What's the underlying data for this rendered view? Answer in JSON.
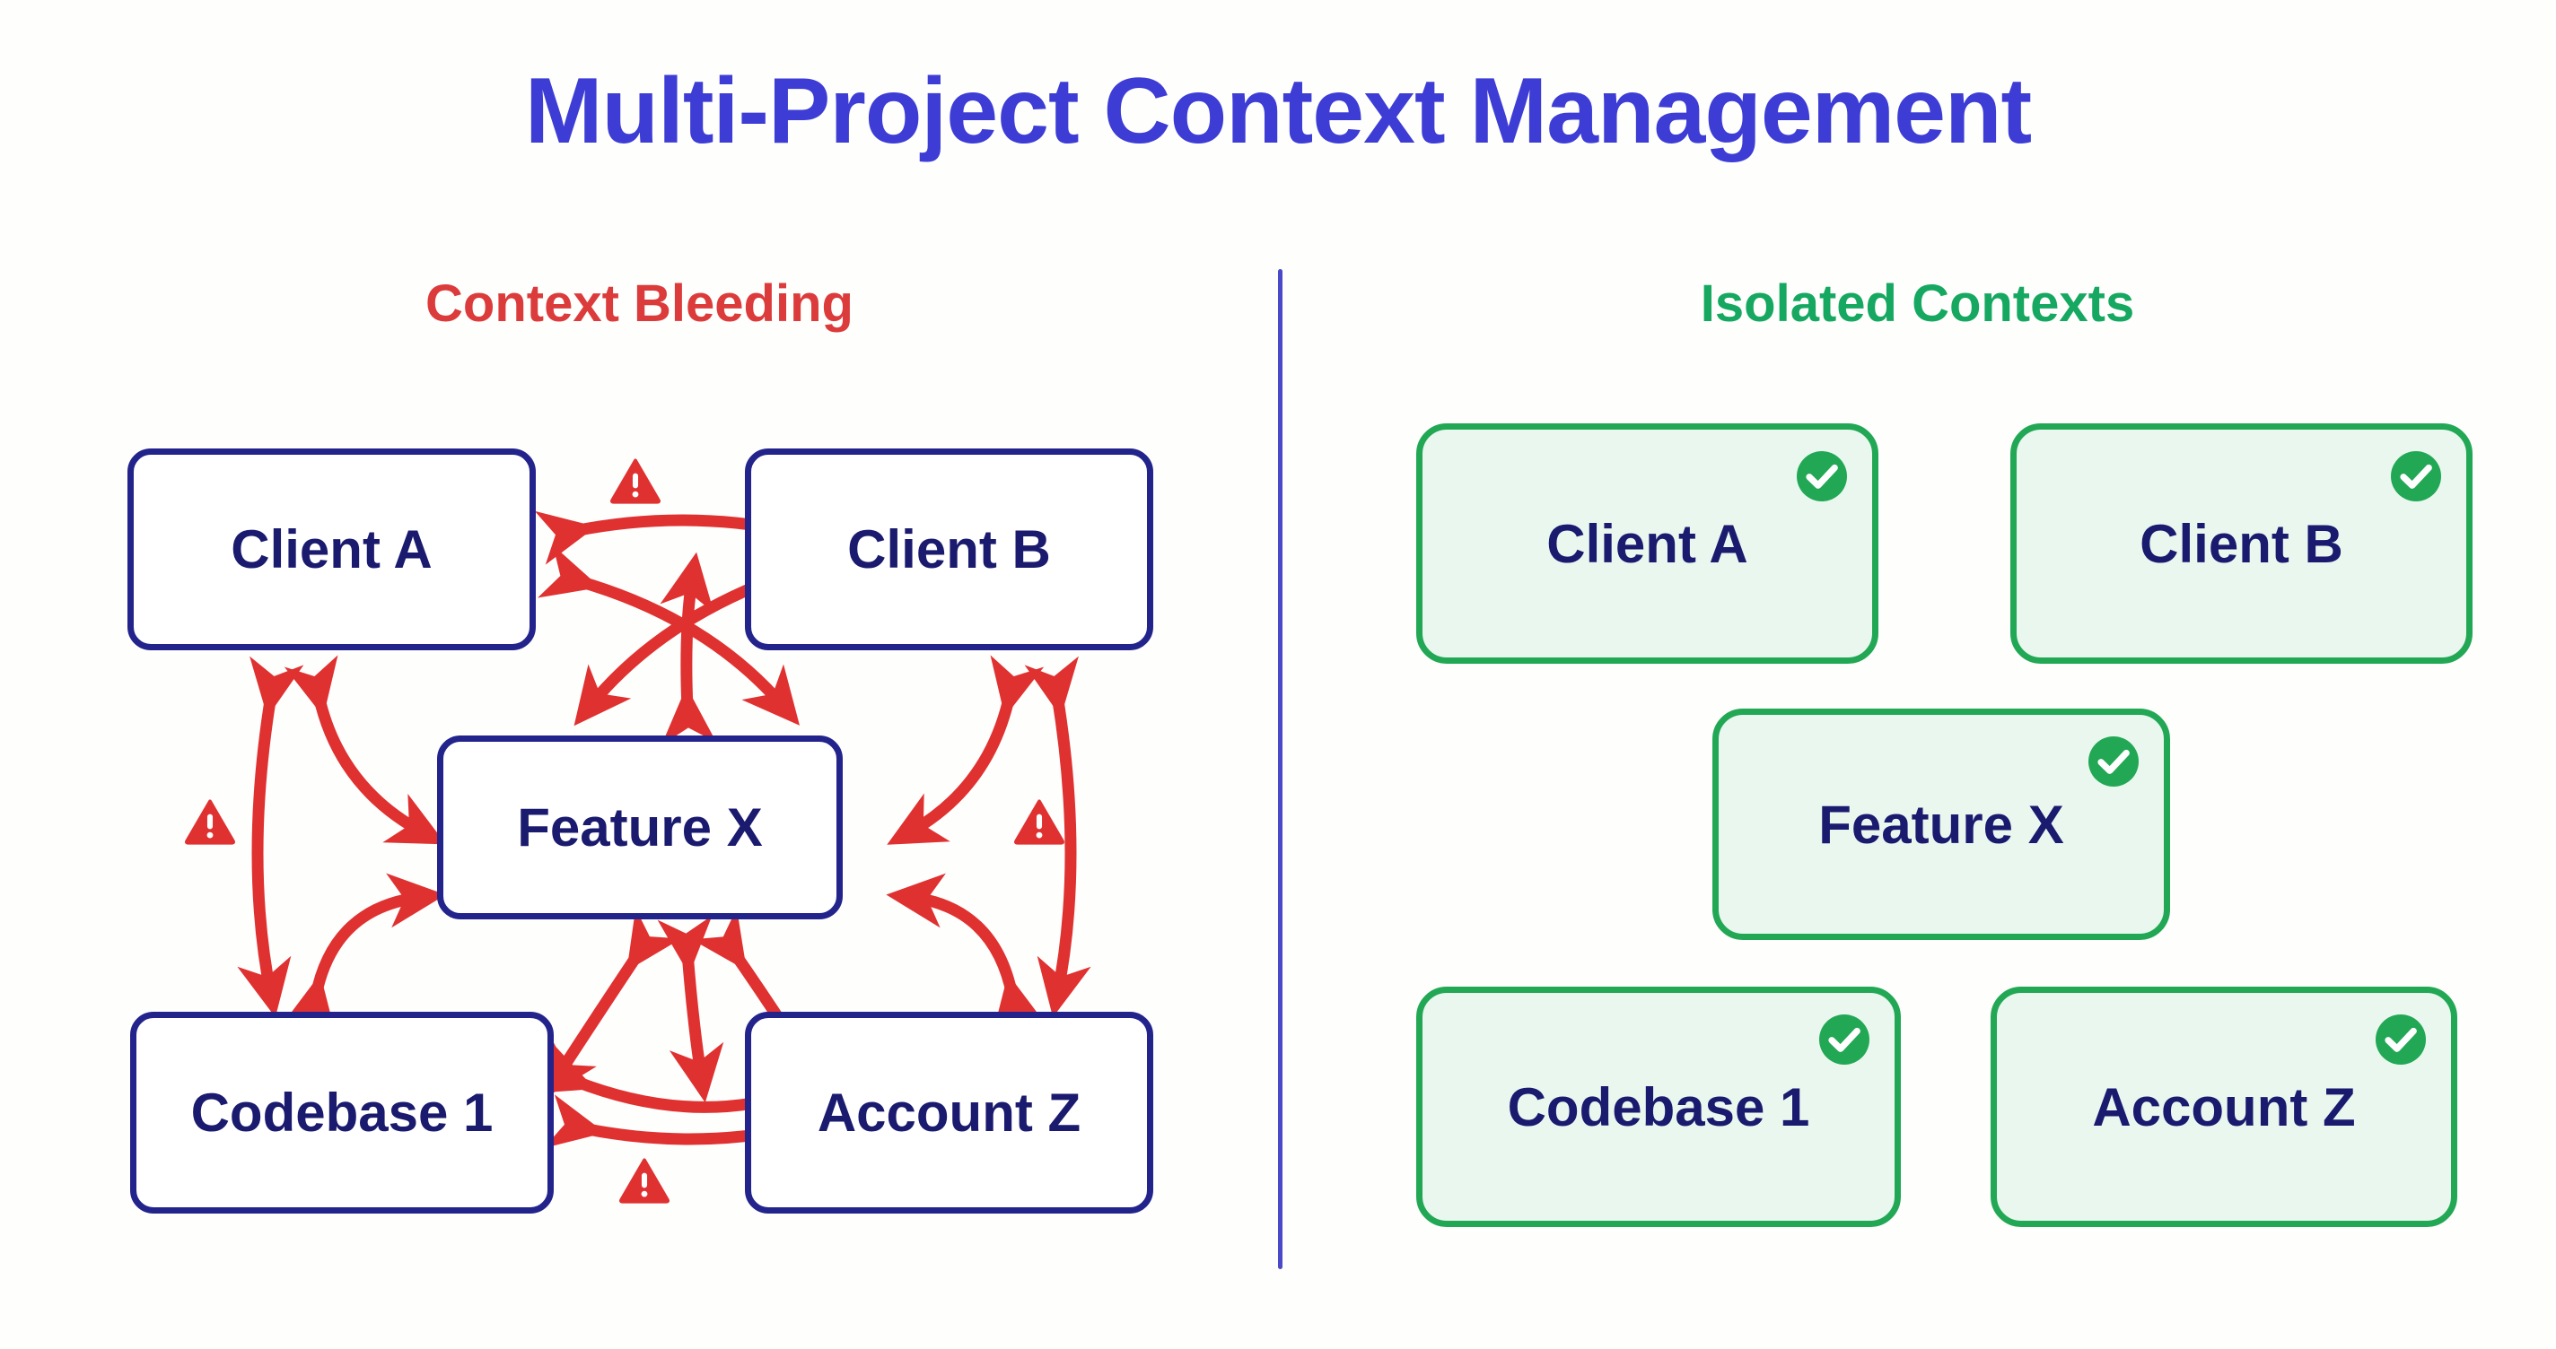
{
  "page": {
    "title": "Multi-Project Context Management",
    "background_color": "#fefefd",
    "title_color": "#3d3dd6"
  },
  "left_panel": {
    "heading": "Context Bleeding",
    "heading_color": "#dc3b3b",
    "box_border_color": "#23238c",
    "box_fill_color": "#ffffff",
    "text_color": "#1a1a6e",
    "arrow_color": "#e03131",
    "warning_icon": "warning-triangle-icon",
    "nodes": [
      {
        "id": "client-a",
        "label": "Client A"
      },
      {
        "id": "client-b",
        "label": "Client B"
      },
      {
        "id": "feature-x",
        "label": "Feature X"
      },
      {
        "id": "codebase-1",
        "label": "Codebase 1"
      },
      {
        "id": "account-z",
        "label": "Account Z"
      }
    ],
    "warnings": [
      {
        "id": "warn-top",
        "position": "between-client-a-and-client-b"
      },
      {
        "id": "warn-left",
        "position": "between-client-a-and-codebase-1"
      },
      {
        "id": "warn-right",
        "position": "between-client-b-and-account-z"
      },
      {
        "id": "warn-bottom",
        "position": "between-codebase-1-and-account-z"
      }
    ],
    "connections": [
      {
        "from": "Client A",
        "to": "Client B",
        "bidirectional": true
      },
      {
        "from": "Client A",
        "to": "Feature X",
        "bidirectional": true
      },
      {
        "from": "Client B",
        "to": "Feature X",
        "bidirectional": true
      },
      {
        "from": "Client A",
        "to": "Codebase 1",
        "bidirectional": true
      },
      {
        "from": "Client B",
        "to": "Account Z",
        "bidirectional": true
      },
      {
        "from": "Codebase 1",
        "to": "Feature X",
        "bidirectional": true
      },
      {
        "from": "Account Z",
        "to": "Feature X",
        "bidirectional": true
      },
      {
        "from": "Codebase 1",
        "to": "Account Z",
        "bidirectional": true
      },
      {
        "from": "Codebase 1",
        "to": "Client B",
        "bidirectional": true
      },
      {
        "from": "Account Z",
        "to": "Client A",
        "bidirectional": true
      }
    ]
  },
  "right_panel": {
    "heading": "Isolated Contexts",
    "heading_color": "#16a861",
    "box_border_color": "#22a855",
    "box_fill_color": "#e9f7ef",
    "text_color": "#1a1a6e",
    "badge_color": "#22a855",
    "badge_icon": "check-circle-icon",
    "nodes": [
      {
        "id": "client-a",
        "label": "Client A"
      },
      {
        "id": "client-b",
        "label": "Client B"
      },
      {
        "id": "feature-x",
        "label": "Feature X"
      },
      {
        "id": "codebase-1",
        "label": "Codebase 1"
      },
      {
        "id": "account-z",
        "label": "Account Z"
      }
    ]
  },
  "divider": {
    "color": "#4a4ac8"
  }
}
